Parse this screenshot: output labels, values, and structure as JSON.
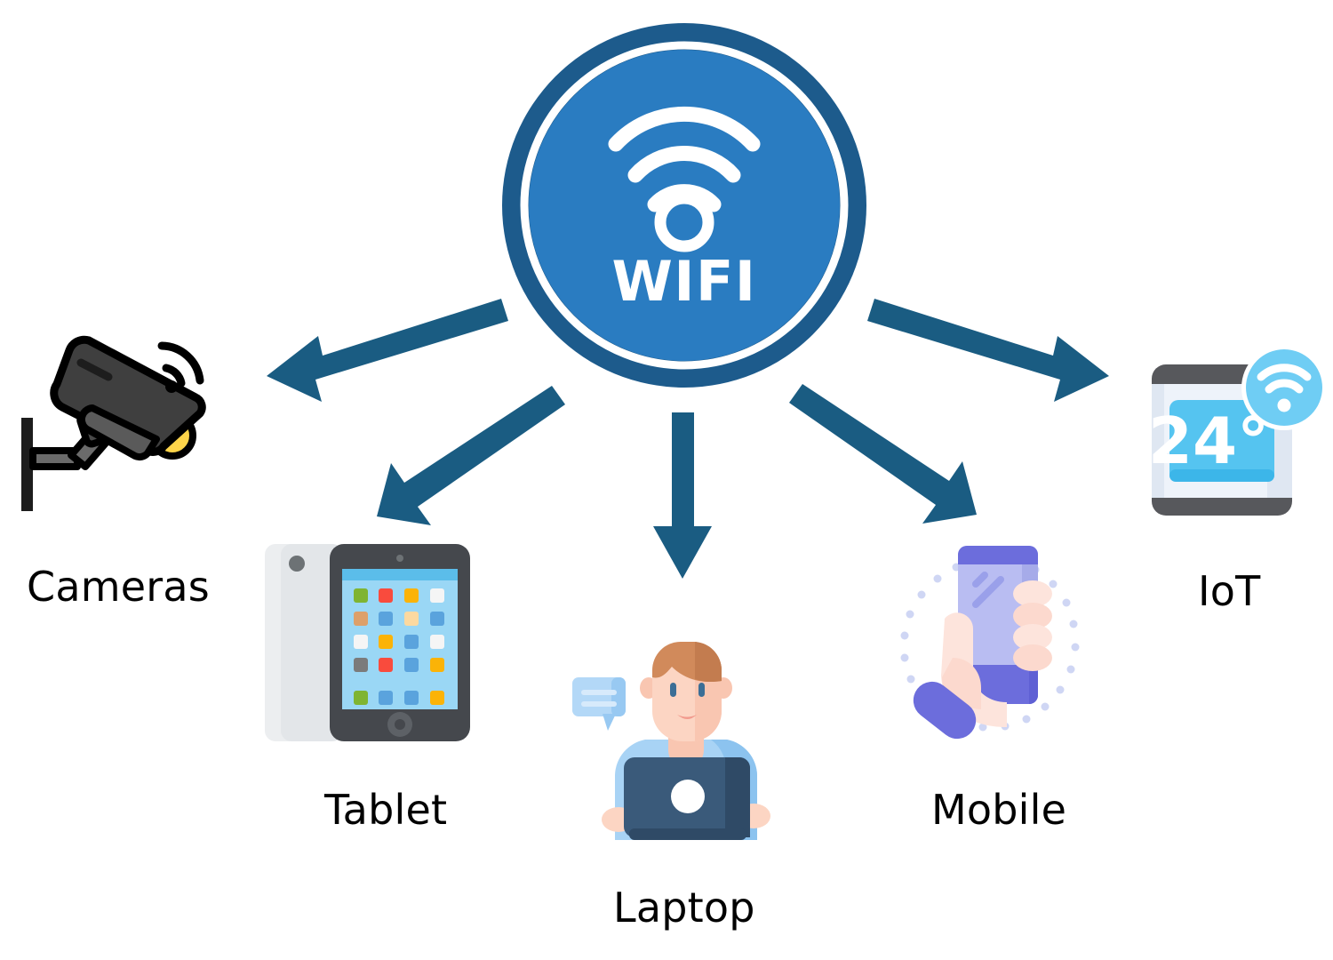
{
  "diagram": {
    "title_hidden": "",
    "background_color": "#ffffff",
    "hub": {
      "label": "WIFI",
      "icon": "wifi-icon",
      "inner_color": "#2a7cc1",
      "ring_color": "#1d5b8c",
      "text_color": "#ffffff"
    },
    "arrow_color": "#1a5c82",
    "nodes": [
      {
        "id": "cameras",
        "label": "Cameras",
        "icon": "security-camera-icon",
        "colors": {
          "body": "#3f3f3f",
          "body_light": "#4c4c4c",
          "outline": "#000000",
          "lens": "#ffd54a",
          "mount": "#6b6b6b"
        }
      },
      {
        "id": "tablet",
        "label": "Tablet",
        "icon": "tablet-icon",
        "colors": {
          "frame": "#45484d",
          "back": "#e8eaec",
          "screen": "#9ad7f5",
          "screen_top": "#5bbdea",
          "home_button": "#5d6166"
        },
        "app_grid": [
          [
            "#7fb432",
            "#f94b3d",
            "#fbb307",
            "#f5f5f5"
          ],
          [
            "#dda06a",
            "#5aa3dd",
            "#fcd9a0",
            "#5aa3dd"
          ],
          [
            "#f5f5f5",
            "#fbb307",
            "#5aa3dd",
            "#f5f5f5"
          ],
          [
            "#7b7b7b",
            "#f94b3d",
            "#5aa3dd",
            "#fbb307"
          ],
          [
            "#7fb432",
            "#5aa3dd",
            "#5aa3dd",
            "#fbb307"
          ]
        ]
      },
      {
        "id": "laptop",
        "label": "Laptop",
        "icon": "person-with-laptop-icon",
        "colors": {
          "hair": "#d18a5b",
          "hair_dark": "#c37c4f",
          "skin": "#fcd5c3",
          "skin_shadow": "#f9c6b1",
          "shirt": "#a8d3f5",
          "shirt_dark": "#8cc3ef",
          "laptop": "#3a5a7a",
          "laptop_dark": "#2f4a66",
          "bubble": "#b3d8f7",
          "bubble_dark": "#98c9f2",
          "eyes": "#3b6e96",
          "mouth": "#f29b8e"
        }
      },
      {
        "id": "mobile",
        "label": "Mobile",
        "icon": "hand-holding-phone-icon",
        "colors": {
          "phone_body": "#b9bdf2",
          "phone_band": "#6c6ddc",
          "phone_edge": "#5f60d4",
          "hand": "#fcd9ce",
          "hand_light": "#fde4dc",
          "sleeve": "#6c6ddc",
          "dots": "#cfd6f4"
        }
      },
      {
        "id": "iot",
        "label": "IoT",
        "icon": "smart-thermostat-icon",
        "temperature": "24°",
        "colors": {
          "frame": "#57585c",
          "bezel": "#dfe7f2",
          "screen": "#55c4f0",
          "screen_dark": "#3cb6e9",
          "badge": "#6fcdf4",
          "badge_wave": "#ffffff",
          "text": "#ffffff"
        }
      }
    ],
    "arrows": [
      {
        "from": "hub",
        "to": "cameras",
        "direction": "down-left"
      },
      {
        "from": "hub",
        "to": "tablet",
        "direction": "down-left"
      },
      {
        "from": "hub",
        "to": "laptop",
        "direction": "down"
      },
      {
        "from": "hub",
        "to": "mobile",
        "direction": "down-right"
      },
      {
        "from": "hub",
        "to": "iot",
        "direction": "down-right"
      }
    ]
  }
}
